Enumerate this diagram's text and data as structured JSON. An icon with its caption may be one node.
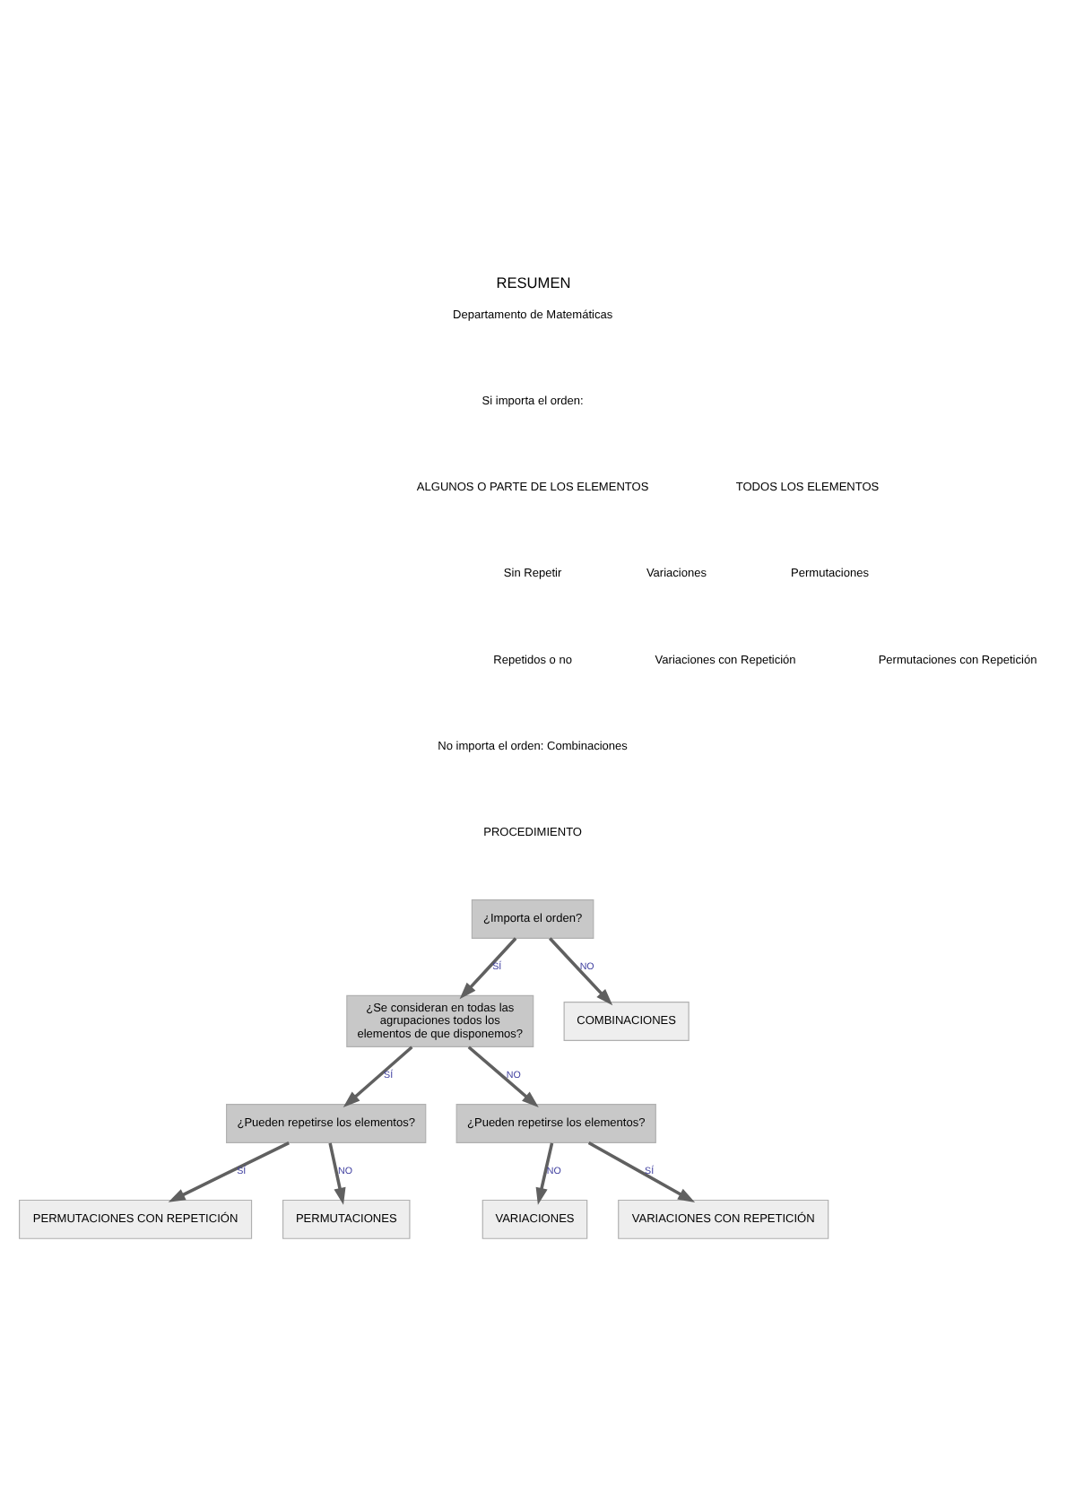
{
  "diagram": {
    "title": "RESUMEN",
    "nodes": [
      {
        "text": [
          "¿Importa el orden?"
        ]
      },
      {
        "text": [
          "¿Se consideran en todas las agrupaciones todos los elementos de que disponemos?"
        ]
      },
      {
        "text": [
          "COMBINACIONES"
        ]
      },
      {
        "text": [
          "¿Pueden repetirse los elementos?"
        ]
      },
      {
        "text": [
          "¿Pueden repetirse los elementos?"
        ]
      },
      {
        "text": [
          "PERMUTACIONES CON REPETICIÓN"
        ]
      },
      {
        "text": [
          "PERMUTACIONES"
        ]
      },
      {
        "text": [
          "VARIACIONES"
        ]
      },
      {
        "text": [
          "VARIACIONES CON REPETICIÓN"
        ]
      }
    ],
    "edges": [
      {
        "from": 0,
        "to": 1,
        "arrow": "to",
        "label": "SÍ"
      },
      {
        "from": 0,
        "to": 2,
        "arrow": "to",
        "label": "NO"
      },
      {
        "from": 1,
        "to": 3,
        "arrow": "to",
        "label": "SÍ"
      },
      {
        "from": 1,
        "to": 4,
        "arrow": "to",
        "label": "NO"
      },
      {
        "from": 3,
        "to": 5,
        "arrow": "to",
        "label": "SÍ"
      },
      {
        "from": 3,
        "to": 6,
        "arrow": "to",
        "label": "NO"
      },
      {
        "from": 4,
        "to": 7,
        "arrow": "to",
        "label": "NO"
      },
      {
        "from": 4,
        "to": 8,
        "arrow": "to",
        "label": "SÍ"
      }
    ],
    "labels": [
      "Departamento de Matemáticas",
      "Si importa el orden:",
      "ALGUNOS O PARTE DE LOS ELEMENTOS",
      "TODOS LOS ELEMENTOS",
      "Sin Repetir",
      "Variaciones",
      "Permutaciones",
      "Repetidos o no",
      "Variaciones con Repetición",
      "Permutaciones con Repetición",
      "No importa el orden: Combinaciones",
      "PROCEDIMIENTO"
    ]
  }
}
